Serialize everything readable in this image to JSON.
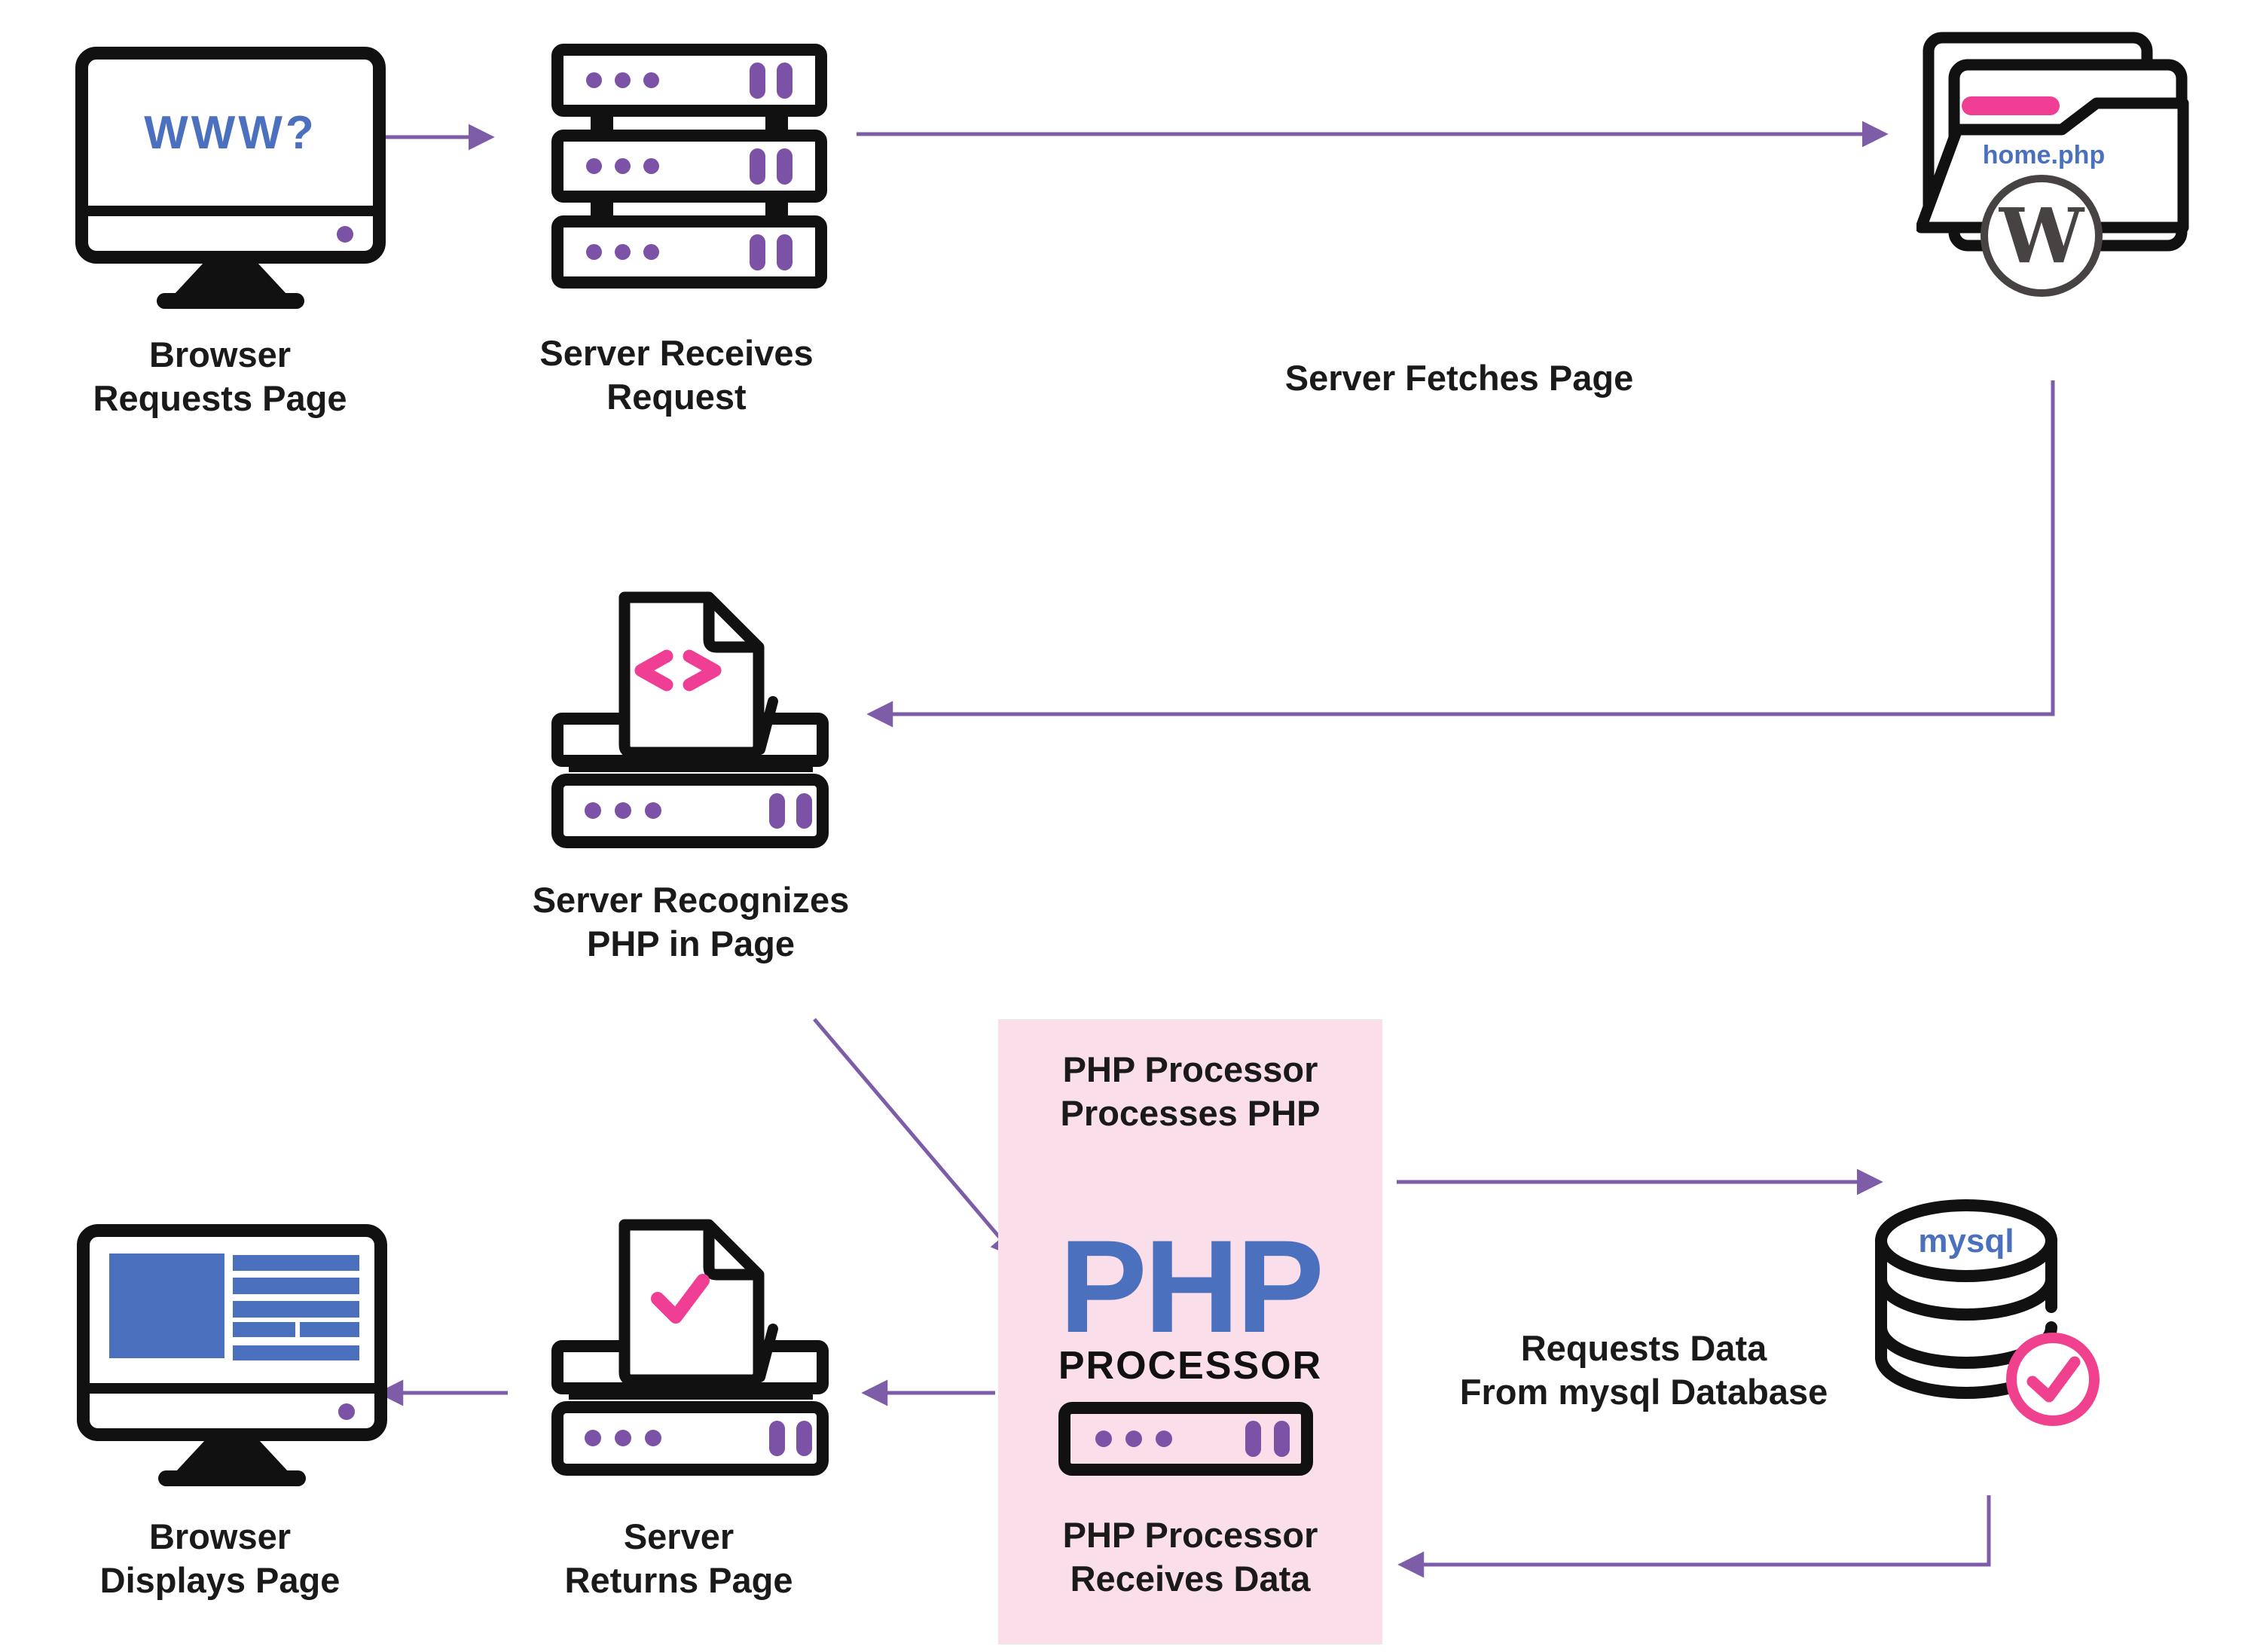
{
  "colors": {
    "purple": "#7d5ca8",
    "dots": "#7b52a5",
    "pink": "#ef3e94",
    "pink_badge": "#f0418f",
    "pink_box_bg": "#fadee9",
    "blue": "#4b70be",
    "ink": "#111111",
    "wp_gray": "#464342"
  },
  "nodes": {
    "browser_requests": {
      "screen_text": "WWW?",
      "line1": "Browser",
      "line2": "Requests Page"
    },
    "server_receives": {
      "line1": "Server Receives",
      "line2": "Request"
    },
    "server_fetches": {
      "label": "Server Fetches Page"
    },
    "folder": {
      "file_name": "home.php",
      "wordpress_letter": "W"
    },
    "server_recognizes": {
      "line1": "Server Recognizes",
      "line2": "PHP in Page"
    },
    "php_processor": {
      "top_line1": "PHP Processor",
      "top_line2": "Processes PHP",
      "big_text": "PHP",
      "sub_text": "PROCESSOR",
      "bottom_line1": "PHP Processor",
      "bottom_line2": "Receives Data"
    },
    "mysql_db": {
      "cylinder_text": "mysql",
      "line1": "Requests Data",
      "line2": "From mysql Database"
    },
    "server_returns": {
      "line1": "Server",
      "line2": "Returns Page"
    },
    "browser_displays": {
      "line1": "Browser",
      "line2": "Displays Page"
    }
  }
}
